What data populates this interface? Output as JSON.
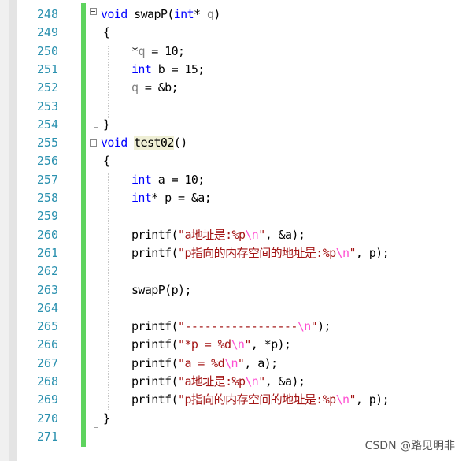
{
  "editor": {
    "lines": [
      {
        "num": "248",
        "indent": "top",
        "tokens": [
          {
            "t": "void",
            "c": "kw"
          },
          {
            "t": " swapP(",
            "c": ""
          },
          {
            "t": "int",
            "c": "kw"
          },
          {
            "t": "* ",
            "c": ""
          },
          {
            "t": "q",
            "c": "param"
          },
          {
            "t": ")",
            "c": ""
          }
        ]
      },
      {
        "num": "249",
        "indent": "brace",
        "tokens": [
          {
            "t": "{",
            "c": ""
          }
        ]
      },
      {
        "num": "250",
        "indent": "inner",
        "tokens": [
          {
            "t": "*",
            "c": ""
          },
          {
            "t": "q",
            "c": "param"
          },
          {
            "t": " = 10;",
            "c": ""
          }
        ]
      },
      {
        "num": "251",
        "indent": "inner",
        "tokens": [
          {
            "t": "int",
            "c": "kw"
          },
          {
            "t": " b = 15;",
            "c": ""
          }
        ]
      },
      {
        "num": "252",
        "indent": "inner",
        "tokens": [
          {
            "t": "q",
            "c": "param"
          },
          {
            "t": " = &b;",
            "c": ""
          }
        ]
      },
      {
        "num": "253",
        "indent": "inner",
        "tokens": []
      },
      {
        "num": "254",
        "indent": "brace",
        "tokens": [
          {
            "t": "}",
            "c": ""
          }
        ]
      },
      {
        "num": "255",
        "indent": "top",
        "tokens": [
          {
            "t": "void",
            "c": "kw"
          },
          {
            "t": " ",
            "c": ""
          },
          {
            "t": "test02",
            "c": "fn-hl"
          },
          {
            "t": "()",
            "c": ""
          }
        ]
      },
      {
        "num": "256",
        "indent": "brace",
        "tokens": [
          {
            "t": "{",
            "c": ""
          }
        ]
      },
      {
        "num": "257",
        "indent": "inner",
        "tokens": [
          {
            "t": "int",
            "c": "kw"
          },
          {
            "t": " a = 10;",
            "c": ""
          }
        ]
      },
      {
        "num": "258",
        "indent": "inner",
        "tokens": [
          {
            "t": "int",
            "c": "kw"
          },
          {
            "t": "* p = &a;",
            "c": ""
          }
        ]
      },
      {
        "num": "259",
        "indent": "inner",
        "tokens": []
      },
      {
        "num": "260",
        "indent": "inner",
        "tokens": [
          {
            "t": "printf(",
            "c": ""
          },
          {
            "t": "\"a地址是:%p",
            "c": "str"
          },
          {
            "t": "\\n",
            "c": "esc"
          },
          {
            "t": "\"",
            "c": "str"
          },
          {
            "t": ", &a);",
            "c": ""
          }
        ]
      },
      {
        "num": "261",
        "indent": "inner",
        "tokens": [
          {
            "t": "printf(",
            "c": ""
          },
          {
            "t": "\"p指向的内存空间的地址是:%p",
            "c": "str"
          },
          {
            "t": "\\n",
            "c": "esc"
          },
          {
            "t": "\"",
            "c": "str"
          },
          {
            "t": ", p);",
            "c": ""
          }
        ]
      },
      {
        "num": "262",
        "indent": "inner",
        "tokens": []
      },
      {
        "num": "263",
        "indent": "inner",
        "tokens": [
          {
            "t": "swapP(p);",
            "c": ""
          }
        ]
      },
      {
        "num": "264",
        "indent": "inner",
        "tokens": []
      },
      {
        "num": "265",
        "indent": "inner",
        "tokens": [
          {
            "t": "printf(",
            "c": ""
          },
          {
            "t": "\"-----------------",
            "c": "str"
          },
          {
            "t": "\\n",
            "c": "esc"
          },
          {
            "t": "\"",
            "c": "str"
          },
          {
            "t": ");",
            "c": ""
          }
        ]
      },
      {
        "num": "266",
        "indent": "inner",
        "tokens": [
          {
            "t": "printf(",
            "c": ""
          },
          {
            "t": "\"*p = %d",
            "c": "str"
          },
          {
            "t": "\\n",
            "c": "esc"
          },
          {
            "t": "\"",
            "c": "str"
          },
          {
            "t": ", *p);",
            "c": ""
          }
        ]
      },
      {
        "num": "267",
        "indent": "inner",
        "tokens": [
          {
            "t": "printf(",
            "c": ""
          },
          {
            "t": "\"a = %d",
            "c": "str"
          },
          {
            "t": "\\n",
            "c": "esc"
          },
          {
            "t": "\"",
            "c": "str"
          },
          {
            "t": ", a);",
            "c": ""
          }
        ]
      },
      {
        "num": "268",
        "indent": "inner",
        "tokens": [
          {
            "t": "printf(",
            "c": ""
          },
          {
            "t": "\"a地址是:%p",
            "c": "str"
          },
          {
            "t": "\\n",
            "c": "esc"
          },
          {
            "t": "\"",
            "c": "str"
          },
          {
            "t": ", &a);",
            "c": ""
          }
        ]
      },
      {
        "num": "269",
        "indent": "inner",
        "tokens": [
          {
            "t": "printf(",
            "c": ""
          },
          {
            "t": "\"p指向的内存空间的地址是:%p",
            "c": "str"
          },
          {
            "t": "\\n",
            "c": "esc"
          },
          {
            "t": "\"",
            "c": "str"
          },
          {
            "t": ", p);",
            "c": ""
          }
        ]
      },
      {
        "num": "270",
        "indent": "brace",
        "tokens": [
          {
            "t": "}",
            "c": ""
          }
        ]
      },
      {
        "num": "271",
        "indent": "inner",
        "tokens": []
      }
    ]
  },
  "watermark": "CSDN @路见明非",
  "colors": {
    "keyword": "#0000ff",
    "parameter": "#808080",
    "string": "#a31515",
    "escape": "#ff4fd2",
    "line_number": "#2b91af",
    "change_bar": "#5ed35e"
  }
}
